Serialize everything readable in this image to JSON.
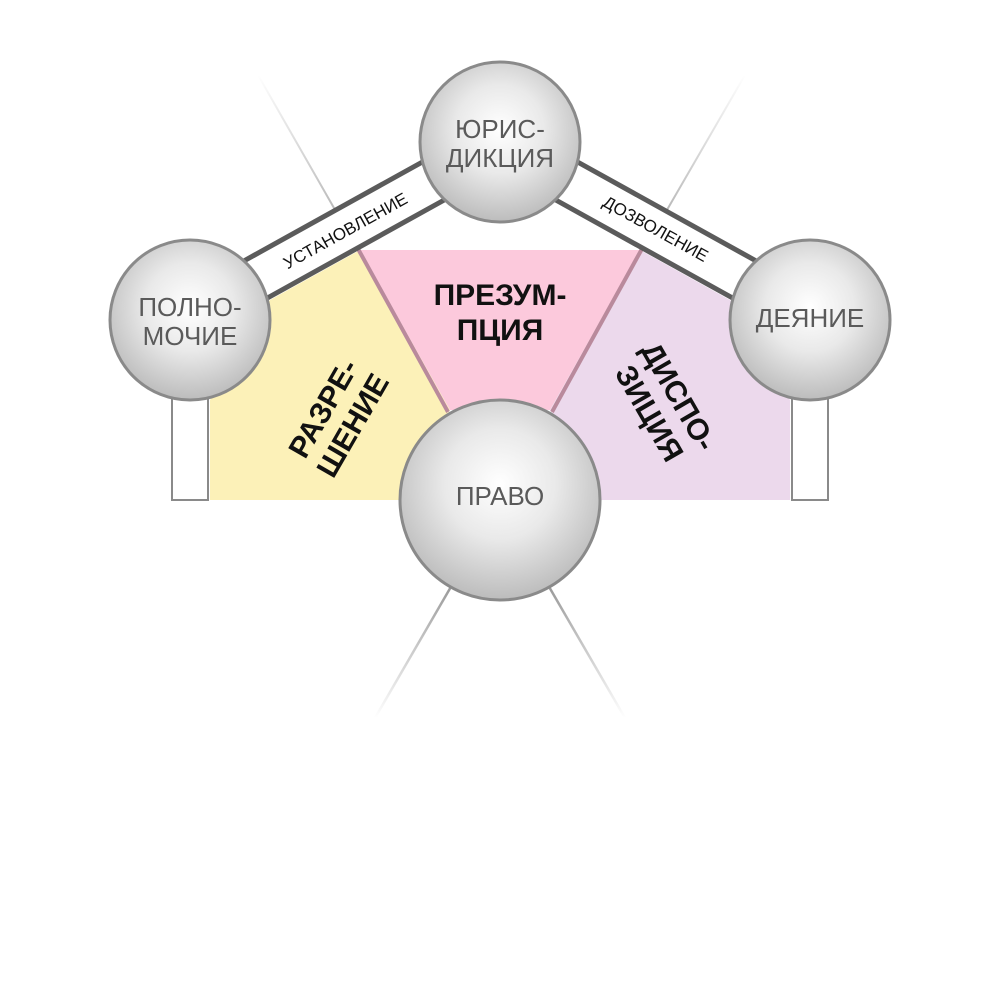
{
  "nodes": {
    "top": {
      "line1": "ЮРИС-",
      "line2": "ДИКЦИЯ"
    },
    "left": {
      "line1": "ПОЛНО-",
      "line2": "МОЧИЕ"
    },
    "right": {
      "line1": "ДЕЯНИЕ"
    },
    "bottom": {
      "line1": "ПРАВО"
    }
  },
  "sectors": {
    "left": {
      "line1": "РАЗРЕ-",
      "line2": "ШЕНИЕ",
      "color": "#fcf1b8"
    },
    "center": {
      "line1": "ПРЕЗУМ-",
      "line2": "ПЦИЯ",
      "color": "#fcc9dc"
    },
    "right": {
      "line1": "ДИСПО-",
      "line2": "ЗИЦИЯ",
      "color": "#ecd9ec"
    }
  },
  "bands": {
    "left": "УСТАНОВЛЕНИЕ",
    "right": "ДОЗВОЛЕНИЕ"
  }
}
